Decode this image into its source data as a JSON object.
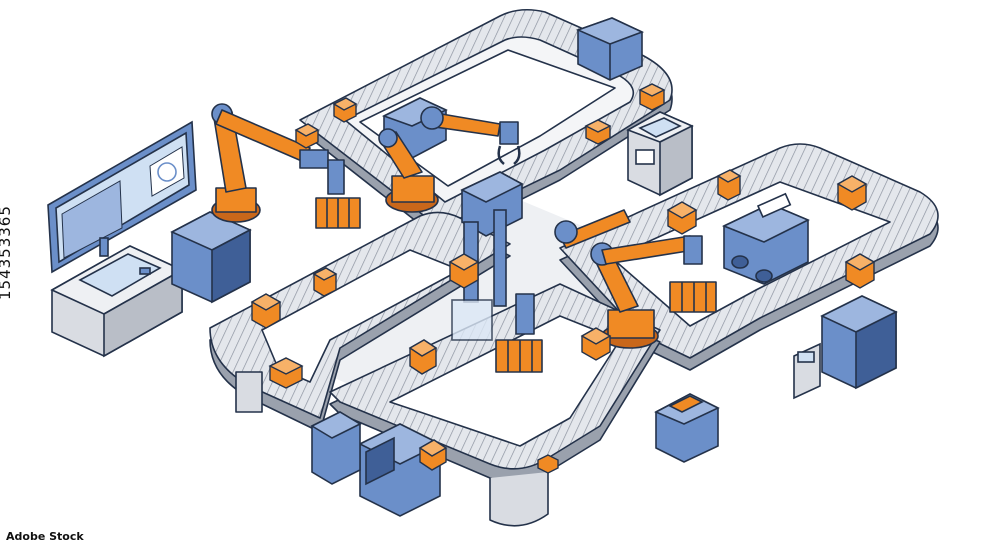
{
  "stock": {
    "id": "154353365",
    "logo": "Adobe Stock"
  },
  "colors": {
    "blue": "#6b8fc9",
    "blue_dark": "#3f5f97",
    "orange": "#f08a24",
    "orange_dark": "#c9671a",
    "steel": "#d9dce2",
    "steel_dark": "#9aa1ad",
    "outline": "#24324a",
    "screen": "#cfe0f3"
  },
  "scene": {
    "objects": [
      {
        "name": "control-monitor"
      },
      {
        "name": "control-console"
      },
      {
        "name": "server-cabinet"
      },
      {
        "name": "top-conveyor-loop"
      },
      {
        "name": "left-conveyor-loop"
      },
      {
        "name": "right-conveyor-loop"
      },
      {
        "name": "bottom-conveyor-loop"
      },
      {
        "name": "robot-arm-left"
      },
      {
        "name": "robot-arm-center"
      },
      {
        "name": "robot-arm-right"
      },
      {
        "name": "robot-arm-small"
      },
      {
        "name": "overhead-gantry"
      },
      {
        "name": "blue-packaging-machine"
      },
      {
        "name": "control-terminal-top"
      },
      {
        "name": "blue-pump-unit"
      },
      {
        "name": "blue-cabinet-right"
      },
      {
        "name": "blue-box-machine-bottom"
      }
    ]
  }
}
